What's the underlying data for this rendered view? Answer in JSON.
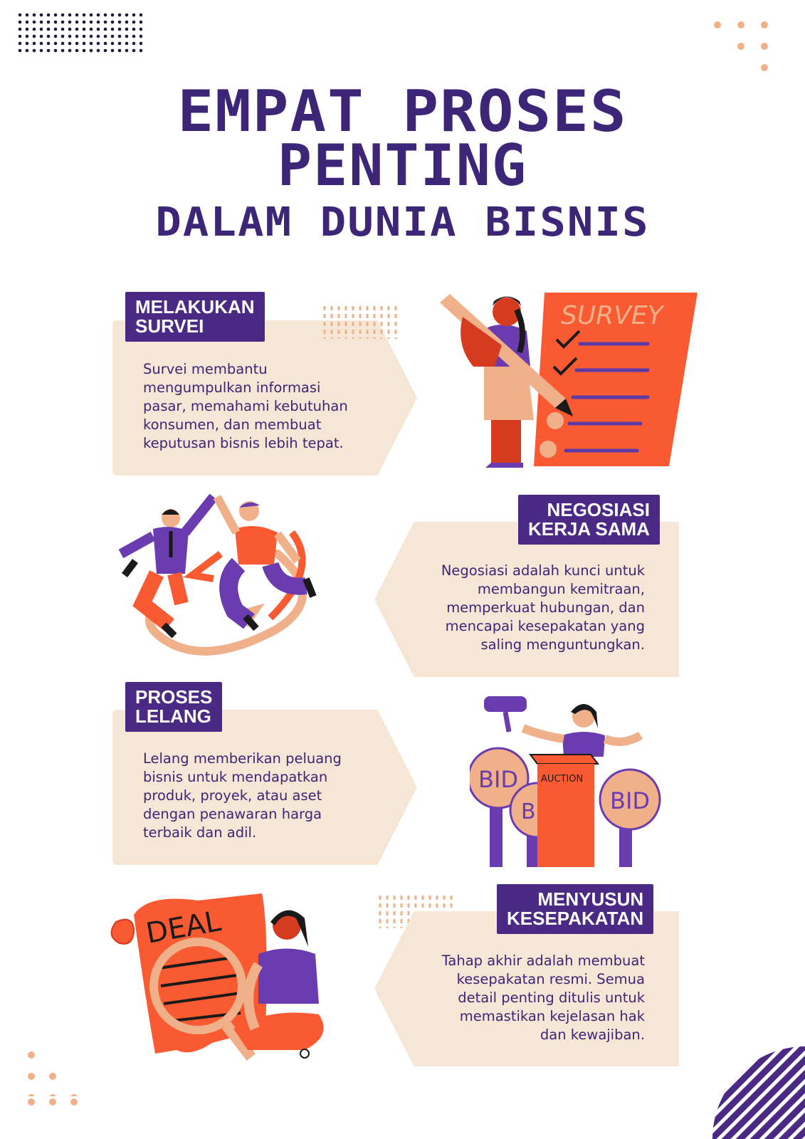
{
  "title": {
    "line1": "EMPAT PROSES",
    "line2": "PENTING",
    "line3": "DALAM DUNIA BISNIS"
  },
  "colors": {
    "purple": "#3d2577",
    "tag_purple": "#4a2a85",
    "orange": "#fa5a32",
    "peach": "#f0b089",
    "beige": "#f5e6d6"
  },
  "sections": [
    {
      "tag_line1": "MELAKUKAN",
      "tag_line2": "SURVEI",
      "text": "Survei membantu mengumpulkan informasi pasar, memahami kebutuhan konsumen, dan membuat keputusan bisnis lebih tepat.",
      "illustration": "survey-illustration"
    },
    {
      "tag_line1": "NEGOSIASI",
      "tag_line2": "KERJA SAMA",
      "text": "Negosiasi adalah kunci untuk membangun kemitraan, memperkuat hubungan, dan mencapai kesepakatan yang saling menguntungkan.",
      "illustration": "high-five-illustration"
    },
    {
      "tag_line1": "PROSES",
      "tag_line2": "LELANG",
      "text": "Lelang memberikan peluang bisnis untuk mendapatkan produk, proyek, atau aset dengan penawaran harga terbaik dan adil.",
      "illustration": "auction-illustration"
    },
    {
      "tag_line1": "MENYUSUN",
      "tag_line2": "KESEPAKATAN",
      "text": "Tahap akhir adalah membuat kesepakatan resmi. Semua detail penting ditulis untuk memastikan kejelasan hak dan kewajiban.",
      "illustration": "deal-illustration"
    }
  ],
  "illustration_text": {
    "survey": "SURVEY",
    "bid": "BID",
    "bid_partial": "BI",
    "auction": "AUCTION",
    "deal": "DEAL"
  }
}
